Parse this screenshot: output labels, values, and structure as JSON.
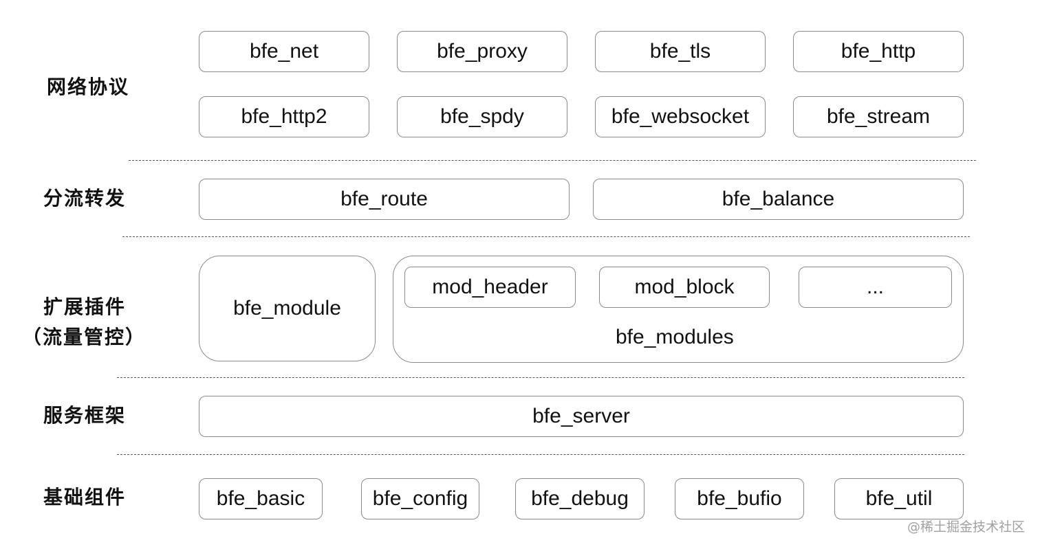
{
  "layers": {
    "network": {
      "label": "网络协议",
      "modules": [
        "bfe_net",
        "bfe_proxy",
        "bfe_tls",
        "bfe_http",
        "bfe_http2",
        "bfe_spdy",
        "bfe_websocket",
        "bfe_stream"
      ]
    },
    "routing": {
      "label": "分流转发",
      "modules": [
        "bfe_route",
        "bfe_balance"
      ]
    },
    "plugins": {
      "label_line1": "扩展插件",
      "label_line2": "（流量管控）",
      "bfe_module": "bfe_module",
      "bfe_modules": {
        "label": "bfe_modules",
        "items": [
          "mod_header",
          "mod_block",
          "..."
        ]
      }
    },
    "server": {
      "label": "服务框架",
      "modules": [
        "bfe_server"
      ]
    },
    "basic": {
      "label": "基础组件",
      "modules": [
        "bfe_basic",
        "bfe_config",
        "bfe_debug",
        "bfe_bufio",
        "bfe_util"
      ]
    }
  },
  "watermark": "@稀土掘金技术社区"
}
